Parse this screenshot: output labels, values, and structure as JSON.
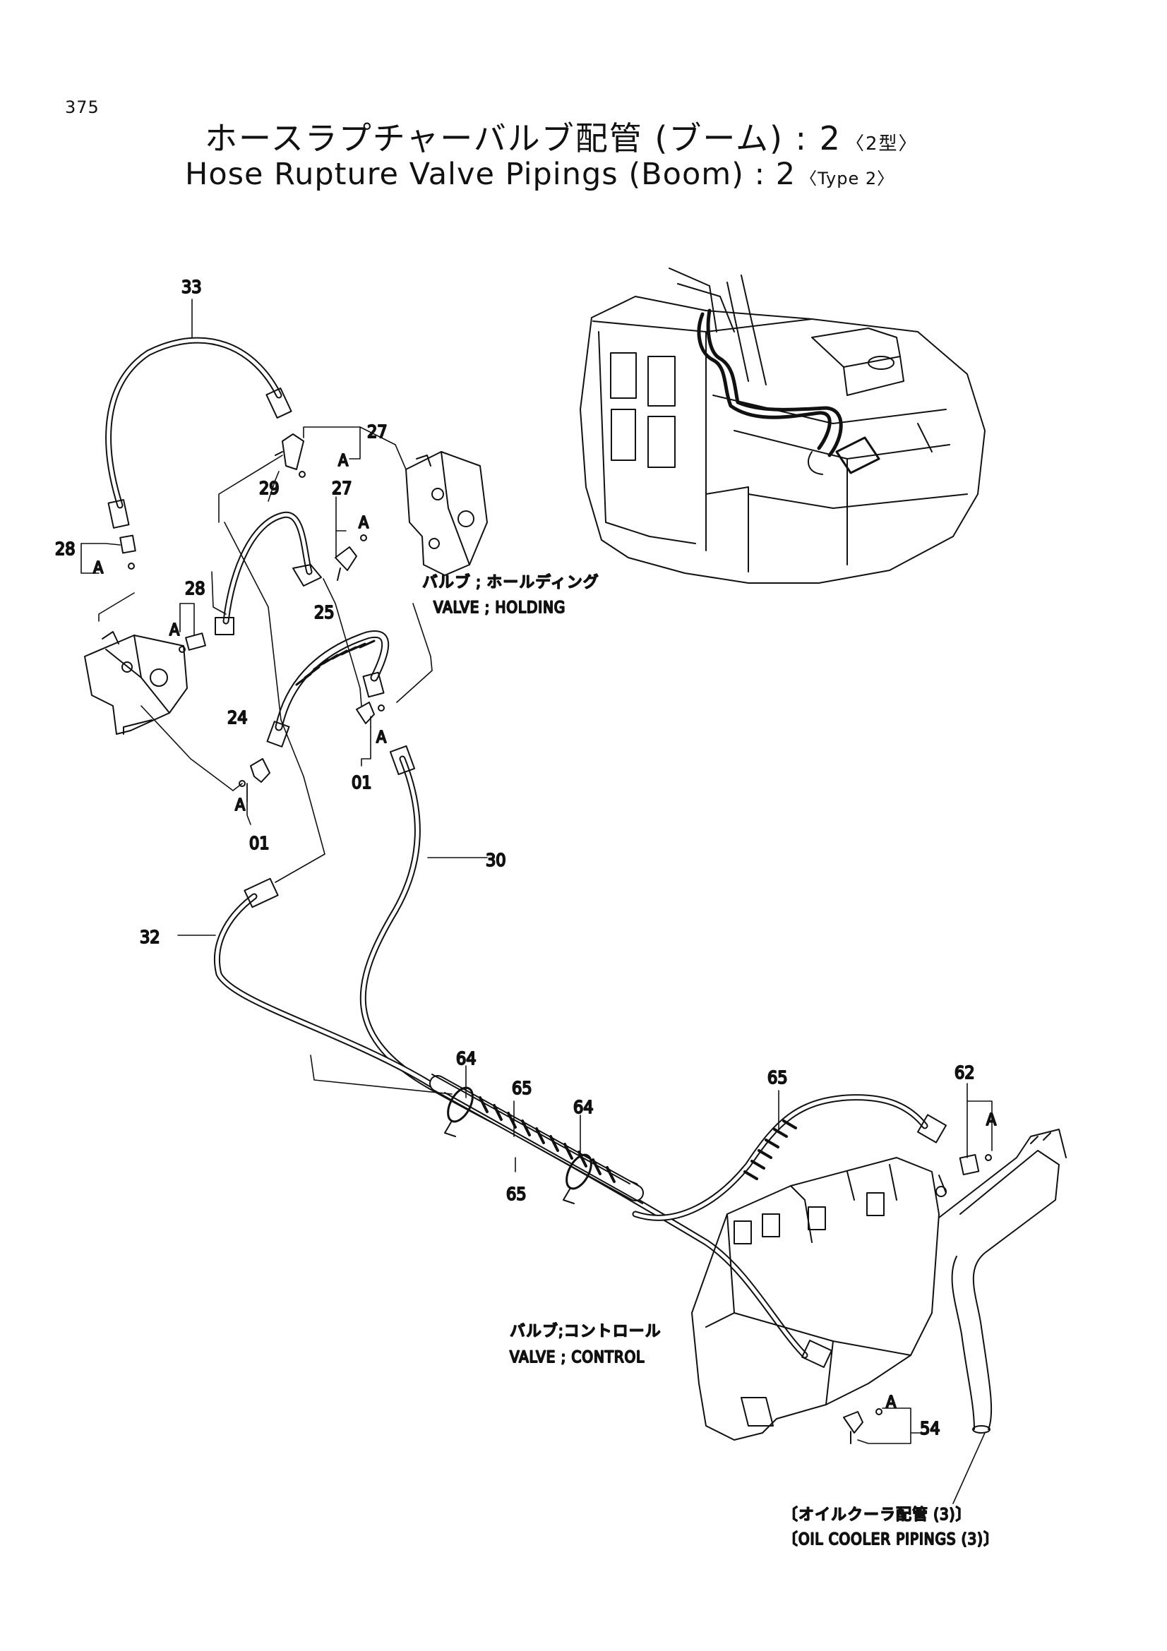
{
  "page": {
    "number": "375"
  },
  "title": {
    "jp": "ホースラプチャーバルブ配管 (ブーム) : 2",
    "jp_type": "〈2型〉",
    "en": "Hose Rupture Valve Pipings (Boom) : 2",
    "en_type": "〈Type 2〉"
  },
  "parts": {
    "p33": "33",
    "p27a": "27",
    "p27b": "27",
    "p29": "29",
    "p28a": "28",
    "p28b": "28",
    "p25": "25",
    "p24": "24",
    "p01a": "01",
    "p01b": "01",
    "p30": "30",
    "p32": "32",
    "p64a": "64",
    "p64b": "64",
    "p65a": "65",
    "p65b": "65",
    "p65c": "65",
    "p62": "62",
    "p54": "54"
  },
  "markers": {
    "a": "A"
  },
  "captions": {
    "holding_jp": "バルブ ; ホールディング",
    "holding_en": "VALVE ; HOLDING",
    "control_jp": "バルブ;コントロール",
    "control_en": "VALVE ; CONTROL",
    "cooler_jp": "〔オイルクーラ配管 (3)〕",
    "cooler_en": "〔OIL COOLER PIPINGS (3)〕"
  }
}
